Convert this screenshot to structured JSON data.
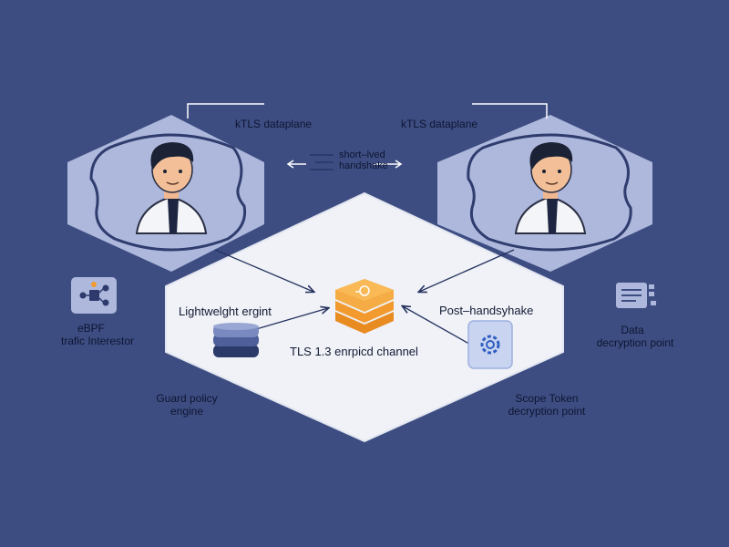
{
  "labels": {
    "ktls_left": "kTLS dataplane",
    "ktls_right": "kTLS dataplane",
    "short_lived_line1": "short–lved",
    "short_lived_line2": "handshake",
    "ebpf_line1": "eBPF",
    "ebpf_line2": "trafic Interestor",
    "lightweight": "Lightwelght ergint",
    "tls_channel": "TLS 1.3 enrpicd channel",
    "post_handshake": "Post–handsyhake",
    "data_line1": "Data",
    "data_line2": "decryption point",
    "guard_line1": "Guard policy",
    "guard_line2": "engine",
    "scope_line1": "Scope Token",
    "scope_line2": "decryption point"
  },
  "icons": {
    "ebpf": "network-nodes-icon",
    "data": "document-list-icon",
    "left_stack": "database-stack-icon",
    "center_stack": "orange-layer-stack-icon",
    "right_gear": "gear-icon",
    "left_person": "person-avatar-icon",
    "right_person": "person-avatar-icon"
  },
  "colors": {
    "background": "#3d4d82",
    "hex_fill": "#aeb8dc",
    "center_hex_fill": "#f0f2f7",
    "accent_orange": "#f29a2e",
    "navy": "#2d3a6b"
  }
}
